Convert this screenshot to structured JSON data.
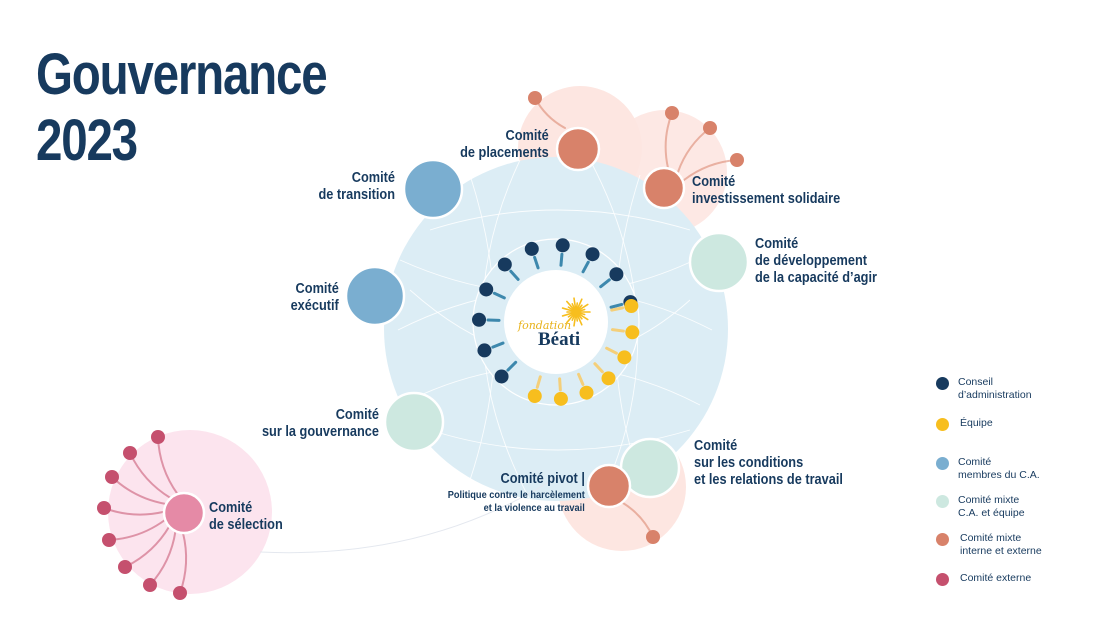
{
  "title": {
    "line1": "Gouvernance",
    "line2": "2023"
  },
  "logo": {
    "script": "fondation",
    "word": "Béati"
  },
  "colors": {
    "navy": "#173a5e",
    "conseil": "#173a5e",
    "equipe": "#f7be1e",
    "membres_ca": "#7aaed0",
    "mixte_ca_equipe": "#cde8e0",
    "mixte_int_ext": "#d8826a",
    "externe": "#c5506e",
    "hub_fill": "#dcedf5",
    "selection_halo": "#fce4ee",
    "peach_halo": "#fde6e1",
    "selection_center": "#e58aa6"
  },
  "committees": {
    "placements": {
      "line1": "Comité",
      "line2": "de placements"
    },
    "investissement": {
      "line1": "Comité",
      "line2": "investissement solidaire"
    },
    "transition": {
      "line1": "Comité",
      "line2": "de transition"
    },
    "developpement": {
      "line1": "Comité",
      "line2": "de développement",
      "line3": "de la capacité d’agir"
    },
    "executif": {
      "line1": "Comité",
      "line2": "exécutif"
    },
    "gouvernance": {
      "line1": "Comité",
      "line2": "sur la gouvernance"
    },
    "conditions": {
      "line1": "Comité",
      "line2": "sur les conditions",
      "line3": "et les relations de travail"
    },
    "pivot": {
      "line1": "Comité pivot |",
      "line2": "Politique contre le harcèlement",
      "line3": "et la violence au travail"
    },
    "selection": {
      "line1": "Comité",
      "line2": "de sélection"
    }
  },
  "legend": {
    "conseil": {
      "line1": "Conseil",
      "line2": "d’administration"
    },
    "equipe": {
      "line1": "Équipe"
    },
    "membres": {
      "line1": "Comité",
      "line2": "membres du C.A."
    },
    "mixte_ca": {
      "line1": "Comité mixte",
      "line2": "C.A. et équipe"
    },
    "mixte_ext": {
      "line1": "Comité mixte",
      "line2": "interne et externe"
    },
    "externe": {
      "line1": "Comité externe"
    }
  },
  "members": {
    "conseil_count": 10,
    "equipe_count": 7
  }
}
